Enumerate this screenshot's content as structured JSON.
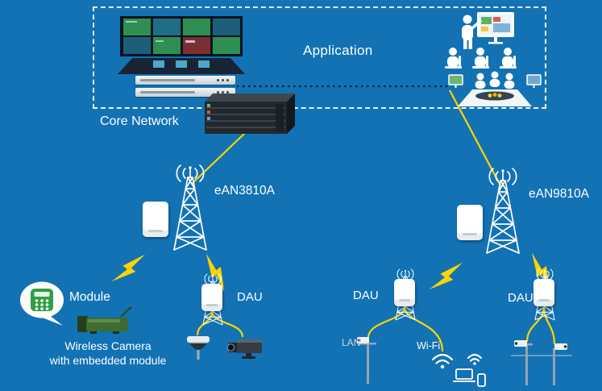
{
  "colors": {
    "background": "#1272b4",
    "connection_yellow": "#ffd400",
    "module_green": "#2f9e44",
    "text_white": "#ffffff"
  },
  "application": {
    "label": "Application"
  },
  "core_network": {
    "label": "Core Network"
  },
  "access_nodes": {
    "left": {
      "label": "eAN3810A"
    },
    "right": {
      "label": "eAN9810A"
    }
  },
  "module": {
    "label": "Module",
    "caption_line1": "Wireless Camera",
    "caption_line2": "with embedded module"
  },
  "daus": {
    "left": "DAU",
    "middle": "DAU",
    "right": "DAU"
  },
  "endpoints": {
    "lan_label": "LAN",
    "wifi_label": "Wi-Fi"
  },
  "icons": {
    "control-room-icon": "video wall with consoles",
    "rack-server-icon": "stacked rack servers",
    "core-chassis-icon": "core network chassis",
    "presentation-icon": "presenter, screen and audience",
    "video-conference-icon": "conference table with screens",
    "antenna-tower-icon": "lattice radio tower with waves",
    "access-point-icon": "white radio unit",
    "lightning-bolt-icon": "wireless link bolt",
    "module-bubble-icon": "green keypad module in speech bubble",
    "camera-module-icon": "green wireless camera module",
    "dome-camera-icon": "dome surveillance camera",
    "box-camera-icon": "box surveillance camera",
    "pole-camera-icon": "pole-mounted camera",
    "wifi-icon": "wi-fi signal and devices"
  }
}
